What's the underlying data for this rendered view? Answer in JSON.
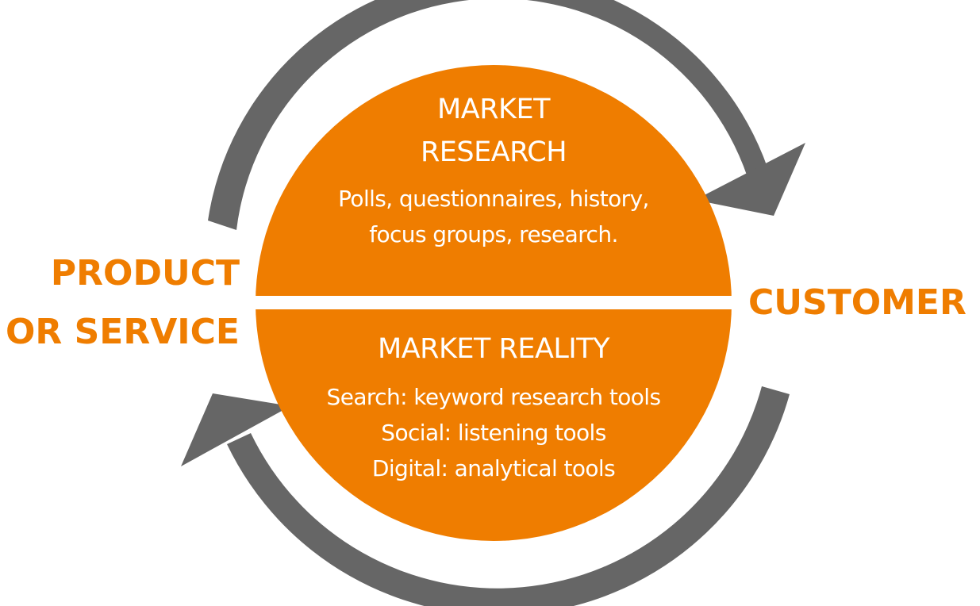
{
  "colors": {
    "orange": "#EF7D00",
    "gray_arrow": "#666666",
    "text_on_orange": "#FFFFFF",
    "background": "#FFFFFF"
  },
  "left_label": {
    "line1": "PRODUCT",
    "line2": "OR SERVICE"
  },
  "right_label": {
    "text": "CUSTOMER"
  },
  "top_half": {
    "title_line1": "MARKET",
    "title_line2": "RESEARCH",
    "body_line1": "Polls, questionnaires, history,",
    "body_line2": "focus groups, research."
  },
  "bottom_half": {
    "title": "MARKET REALITY",
    "items": [
      "Search: keyword research tools",
      "Social: listening tools",
      "Digital: analytical tools"
    ]
  },
  "arrows": [
    {
      "name": "top-arrow",
      "direction": "clockwise",
      "from": "product-or-service",
      "to": "customer",
      "icon": "curved-arrow-right"
    },
    {
      "name": "bottom-arrow",
      "direction": "clockwise",
      "from": "customer",
      "to": "product-or-service",
      "icon": "curved-arrow-left"
    }
  ]
}
